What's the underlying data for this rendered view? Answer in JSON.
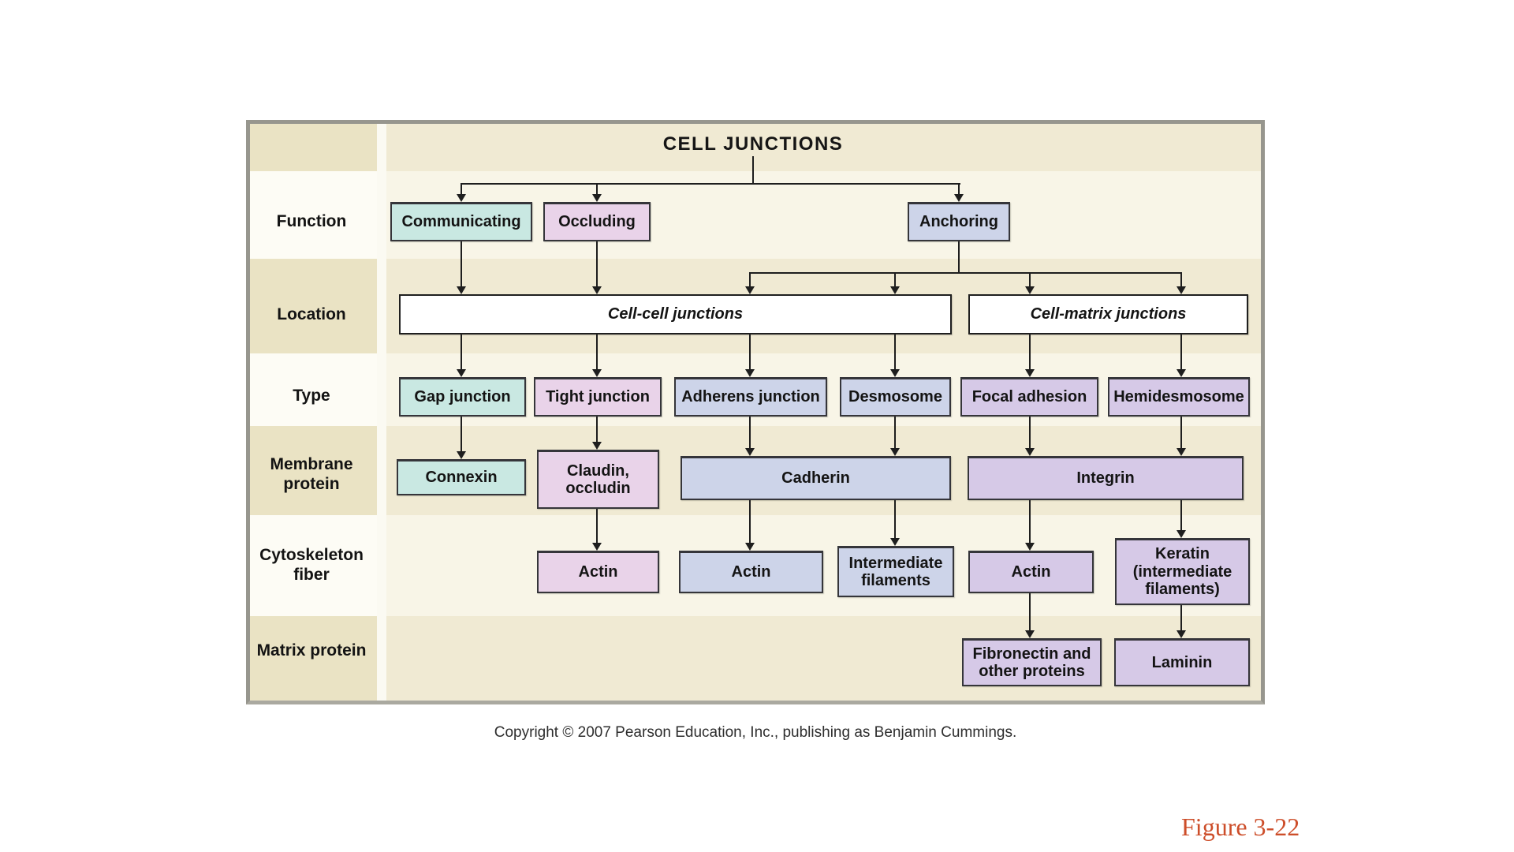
{
  "figure": {
    "title": "CELL JUNCTIONS",
    "copyright": "Copyright © 2007 Pearson Education, Inc., publishing as Benjamin Cummings.",
    "figure_label": "Figure 3-22"
  },
  "row_labels": {
    "function": "Function",
    "location": "Location",
    "type": "Type",
    "membrane_protein": "Membrane protein",
    "cytoskeleton_fiber": "Cytoskeleton fiber",
    "matrix_protein": "Matrix protein"
  },
  "nodes": {
    "communicating": {
      "label": "Communicating",
      "color_group": "teal"
    },
    "occluding": {
      "label": "Occluding",
      "color_group": "pink"
    },
    "anchoring": {
      "label": "Anchoring",
      "color_group": "blue"
    },
    "cell_cell_junctions": {
      "label": "Cell-cell junctions",
      "color_group": "white"
    },
    "cell_matrix_junctions": {
      "label": "Cell-matrix junctions",
      "color_group": "white"
    },
    "gap_junction": {
      "label": "Gap junction",
      "color_group": "teal"
    },
    "tight_junction": {
      "label": "Tight junction",
      "color_group": "pink"
    },
    "adherens_junction": {
      "label": "Adherens junction",
      "color_group": "blue"
    },
    "desmosome": {
      "label": "Desmosome",
      "color_group": "blue"
    },
    "focal_adhesion": {
      "label": "Focal adhesion",
      "color_group": "purple"
    },
    "hemidesmosome": {
      "label": "Hemidesmosome",
      "color_group": "purple"
    },
    "connexin": {
      "label": "Connexin",
      "color_group": "teal"
    },
    "claudin_occludin": {
      "label": "Claudin, occludin",
      "color_group": "pink"
    },
    "cadherin": {
      "label": "Cadherin",
      "color_group": "blue"
    },
    "integrin": {
      "label": "Integrin",
      "color_group": "purple"
    },
    "actin_tight": {
      "label": "Actin",
      "color_group": "pink"
    },
    "actin_adherens": {
      "label": "Actin",
      "color_group": "blue"
    },
    "intermediate_filaments": {
      "label": "Intermediate filaments",
      "color_group": "blue"
    },
    "actin_focal": {
      "label": "Actin",
      "color_group": "purple"
    },
    "keratin": {
      "label": "Keratin (intermediate filaments)",
      "color_group": "purple"
    },
    "fibronectin": {
      "label": "Fibronectin and other proteins",
      "color_group": "purple"
    },
    "laminin": {
      "label": "Laminin",
      "color_group": "purple"
    }
  },
  "edges": [
    [
      "CELL JUNCTIONS",
      "Communicating"
    ],
    [
      "CELL JUNCTIONS",
      "Occluding"
    ],
    [
      "CELL JUNCTIONS",
      "Anchoring"
    ],
    [
      "Communicating",
      "Cell-cell junctions"
    ],
    [
      "Occluding",
      "Cell-cell junctions"
    ],
    [
      "Anchoring",
      "Cell-cell junctions"
    ],
    [
      "Anchoring",
      "Cell-matrix junctions"
    ],
    [
      "Cell-cell junctions",
      "Gap junction"
    ],
    [
      "Cell-cell junctions",
      "Tight junction"
    ],
    [
      "Cell-cell junctions",
      "Adherens junction"
    ],
    [
      "Cell-cell junctions",
      "Desmosome"
    ],
    [
      "Cell-matrix junctions",
      "Focal adhesion"
    ],
    [
      "Cell-matrix junctions",
      "Hemidesmosome"
    ],
    [
      "Gap junction",
      "Connexin"
    ],
    [
      "Tight junction",
      "Claudin, occludin"
    ],
    [
      "Adherens junction",
      "Cadherin"
    ],
    [
      "Desmosome",
      "Cadherin"
    ],
    [
      "Focal adhesion",
      "Integrin"
    ],
    [
      "Hemidesmosome",
      "Integrin"
    ],
    [
      "Claudin, occludin",
      "Actin"
    ],
    [
      "Cadherin",
      "Actin"
    ],
    [
      "Cadherin",
      "Intermediate filaments"
    ],
    [
      "Integrin",
      "Actin"
    ],
    [
      "Integrin",
      "Keratin (intermediate filaments)"
    ],
    [
      "Actin (focal adhesion)",
      "Fibronectin and other proteins"
    ],
    [
      "Keratin (intermediate filaments)",
      "Laminin"
    ]
  ],
  "colors": {
    "teal_box": "#c9e8e2",
    "pink_box": "#e9d3e9",
    "blue_box": "#cdd4e9",
    "purple_box": "#d6c9e7",
    "location_box": "#ffffff",
    "band_beige_label_col": "#eae3c4",
    "band_light_label_col": "#fdfcf5",
    "band_beige_main": "#f0ead3",
    "band_light_main": "#f8f5e7",
    "panel_border": "#97968e",
    "connector_line": "#1e1e1e",
    "figure_label_text": "#cd4e2a"
  }
}
